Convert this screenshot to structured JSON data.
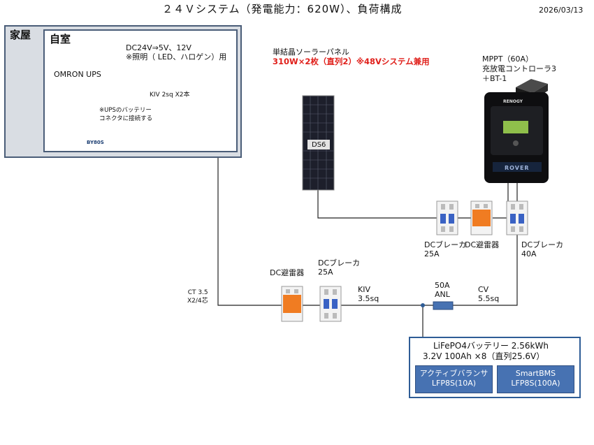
{
  "header": {
    "title": "２４Ｖシステム（発電能力：620W）、負荷構成",
    "date": "2026/03/13"
  },
  "house": {
    "label": "家屋",
    "room_label": "自室"
  },
  "ups": {
    "label": "OMRON UPS",
    "model": "BY80S",
    "note": "※UPSのバッテリー\nコネクタに接続する"
  },
  "load": {
    "line1": "DC24V⇒5V、12V",
    "line2": "※照明（ LED、ハロゲン）用",
    "cable": "KIV 2sq X2本"
  },
  "solar": {
    "name": "単結晶ソーラーパネル",
    "spec": "310W×2枚（直列2）※48Vシステム兼用",
    "connector": "DS6"
  },
  "mppt": {
    "line1": "MPPT（60A）",
    "line2": "充放電コントローラ3",
    "line3": "＋BT-1",
    "brand": "RENOGY",
    "product": "ROVER"
  },
  "devices": {
    "breaker_25a_top": "DCブレーカ\n25A",
    "surge_top": "DC避雷器",
    "breaker_40a": "DCブレーカ\n40A",
    "surge_bottom": "DC避雷器",
    "breaker_25a_bottom": "DCブレーカ\n25A"
  },
  "cables": {
    "ct": "CT 3.5\nX2/4芯",
    "kiv": "KIV\n3.5sq",
    "anl": "50A\nANL",
    "cv": "CV\n5.5sq"
  },
  "battery": {
    "line1": "LiFePO4バッテリー 2.56kWh",
    "line2": "3.2V 100Ah ×8（直列25.6V）",
    "balancer": "アクティブバランサ\nLFP8S(10A)",
    "bms": "SmartBMS\nLFP8S(100A)"
  },
  "colors": {
    "frame": "#4a5d78",
    "house_fill": "#d9dde3",
    "battery_box": "#4772b2",
    "highlight": "#e0201b",
    "surge": "#f07c22",
    "breaker": "#3a62c4"
  }
}
